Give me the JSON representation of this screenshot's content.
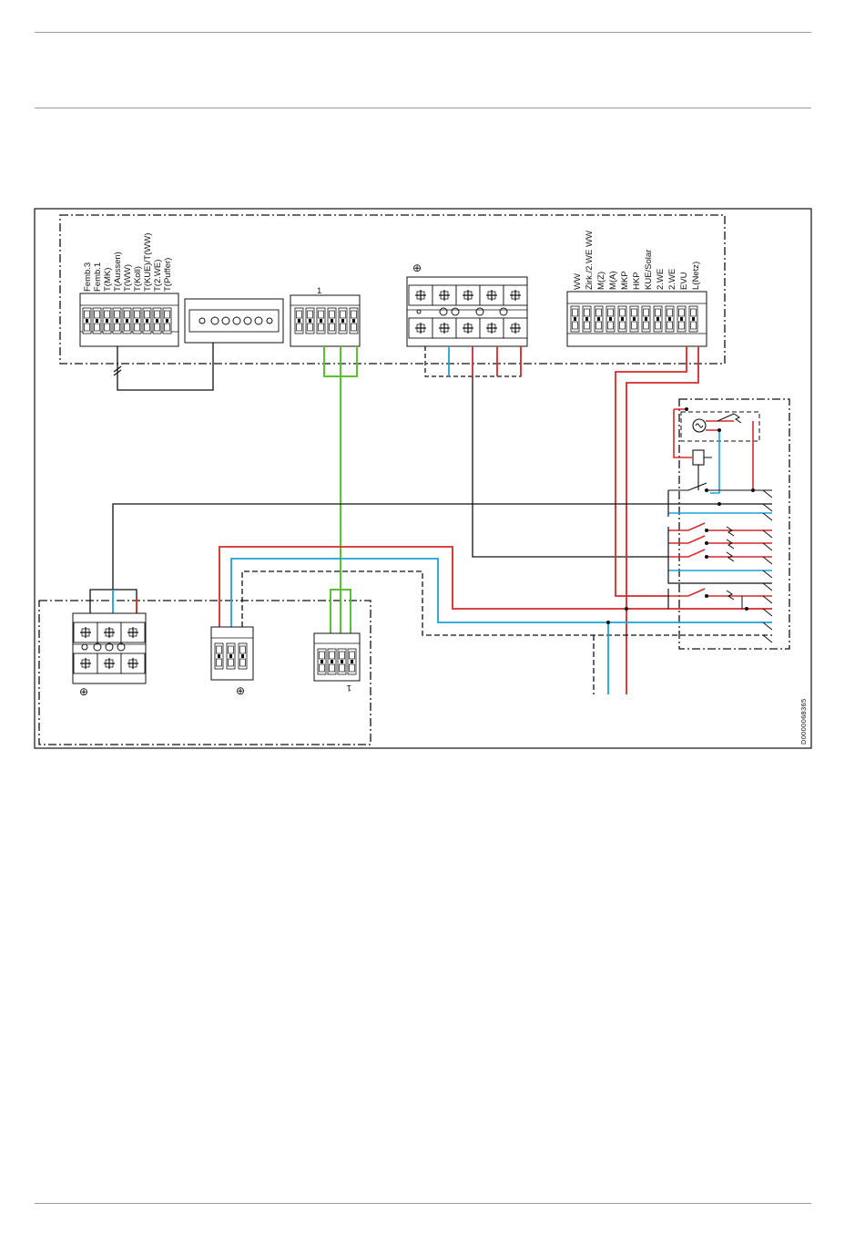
{
  "terminal_labels_left": [
    "Femb.3",
    "Femb.1",
    "T(MK)",
    "T(Aussen)",
    "T(WW)",
    "T(Koll)",
    "T(KUE)/T(WW)",
    "T(2.WE)",
    "T(Puffer)"
  ],
  "terminal_labels_right": [
    "WW",
    "Zirk./2.WE WW",
    "M(Z)",
    "M(A)",
    "MKP",
    "HKP",
    "KUE/Solar",
    "2.WE",
    "2.WE",
    "EVU",
    "L(Netz)"
  ],
  "symbols": {
    "ground": "⏚",
    "earth": "⊕",
    "small_one": "1"
  },
  "doc_id": "D0000068365",
  "colors": {
    "red": "#d42a2a",
    "blue": "#1ea3d6",
    "green": "#5bbf3a",
    "black": "#111111"
  },
  "icons": [
    "terminal-block-icon",
    "earth-symbol-icon",
    "switch-contact-icon",
    "relay-coil-icon",
    "motor-icon"
  ]
}
